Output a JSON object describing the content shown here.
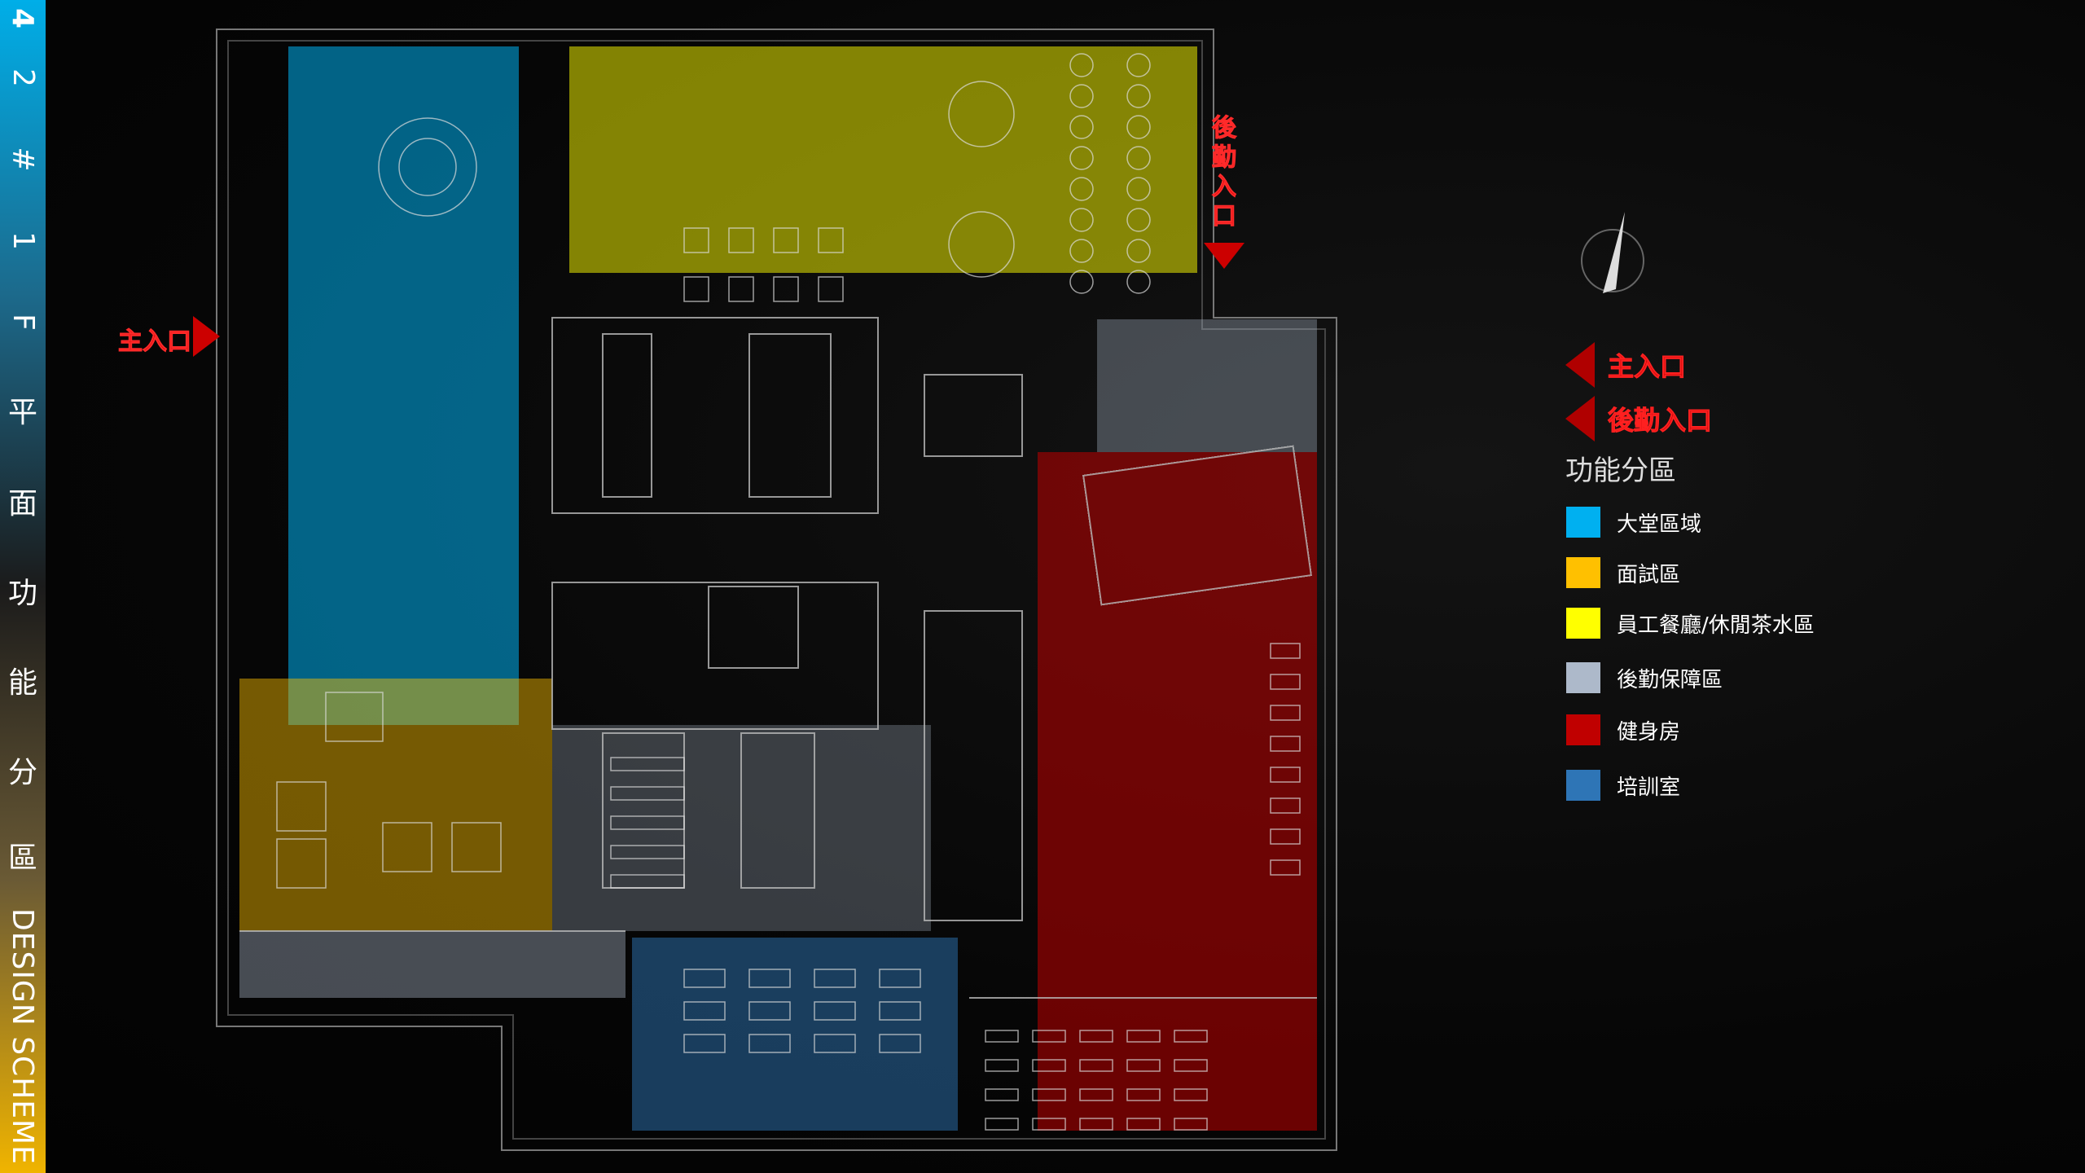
{
  "sidebar": {
    "title_chars": [
      "4",
      "2",
      "#",
      "1",
      "F",
      "平",
      "面",
      "功",
      "能",
      "分",
      "區"
    ],
    "subtitle": "DESIGN SCHEME"
  },
  "plan": {
    "main_entrance_label": "主入口",
    "logistics_entrance_label": "後勤入口"
  },
  "legend": {
    "entrances": [
      {
        "label": "主入口"
      },
      {
        "label": "後勤入口"
      }
    ],
    "title": "功能分區",
    "items": [
      {
        "label": "大堂區域",
        "color": "#00b0f0"
      },
      {
        "label": "面試區",
        "color": "#ffc000"
      },
      {
        "label": "員工餐廳/休閒茶水區",
        "color": "#ffff00"
      },
      {
        "label": "後勤保障區",
        "color": "#adb9ca"
      },
      {
        "label": "健身房",
        "color": "#c00000"
      },
      {
        "label": "培訓室",
        "color": "#2e75b6"
      }
    ]
  }
}
